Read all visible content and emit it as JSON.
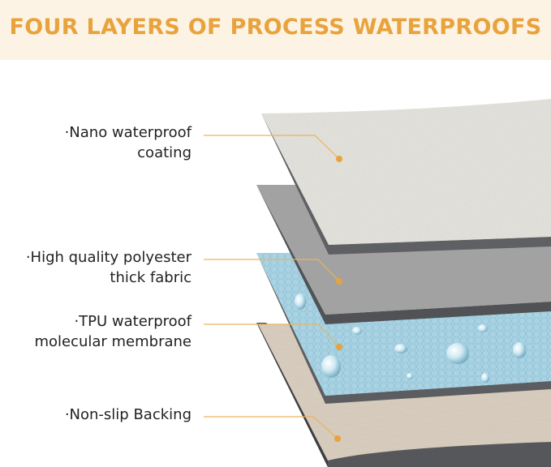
{
  "title": "FOUR LAYERS OF PROCESS WATERPROOFS",
  "layers": [
    {
      "line1": "·Nano waterproof",
      "line2": "coating"
    },
    {
      "line1": "·High quality polyester",
      "line2": "thick fabric"
    },
    {
      "line1": "·TPU waterproof",
      "line2": "molecular membrane"
    },
    {
      "line1": "·Non-slip Backing",
      "line2": ""
    }
  ],
  "colors": {
    "accent": "#e8a33d",
    "banner_bg": "#fdf3e4",
    "coating": "#eae8e2",
    "polyester": "#a3a3a3",
    "tpu": "#a9d3e3",
    "backing": "#d9cdbd"
  }
}
